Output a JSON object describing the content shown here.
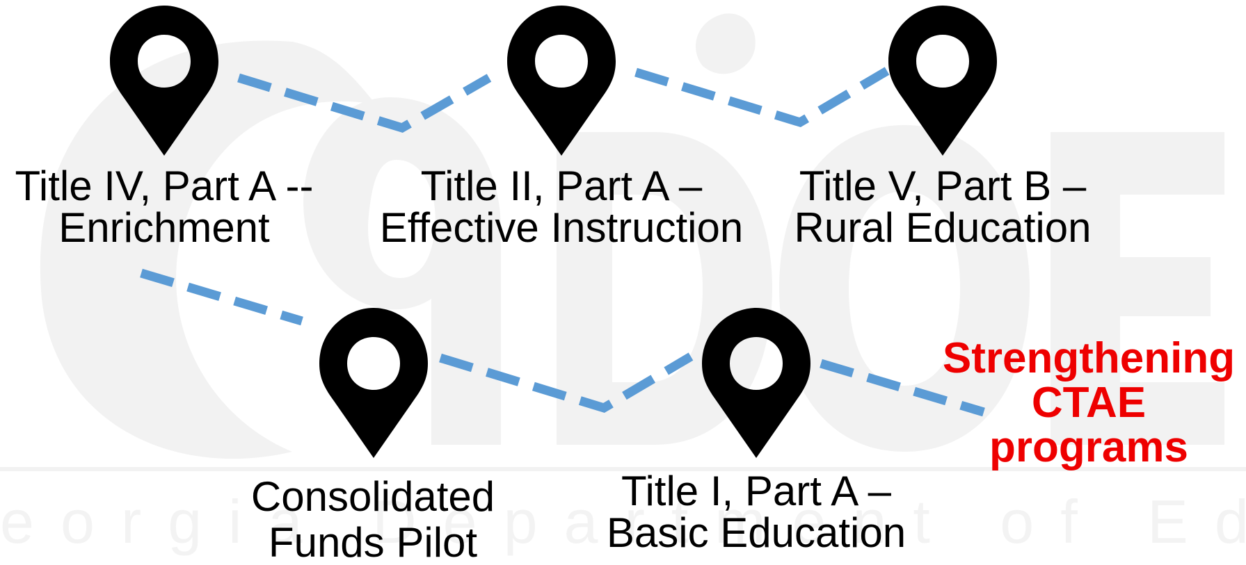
{
  "watermark": {
    "word": "GaDOE",
    "tagline": "eorgia Department of Education"
  },
  "stops": [
    {
      "id": "title-iv",
      "lines": [
        "Title IV, Part A --",
        "Enrichment"
      ]
    },
    {
      "id": "title-ii",
      "lines": [
        "Title II, Part A –",
        "Effective Instruction"
      ]
    },
    {
      "id": "title-v",
      "lines": [
        "Title V, Part B –",
        "Rural Education"
      ]
    },
    {
      "id": "consolidated",
      "lines": [
        "Consolidated",
        "Funds Pilot"
      ]
    },
    {
      "id": "title-i",
      "lines": [
        "Title I, Part A –",
        "Basic Education"
      ]
    }
  ],
  "goal": {
    "lines": [
      "Strengthening",
      "CTAE",
      "programs"
    ]
  },
  "colors": {
    "route": "#5b9bd5",
    "pin": "#000000",
    "goal": "#ee0000",
    "watermark": "#f2f2f2"
  },
  "icons": {
    "stop": "map-pin-icon"
  }
}
